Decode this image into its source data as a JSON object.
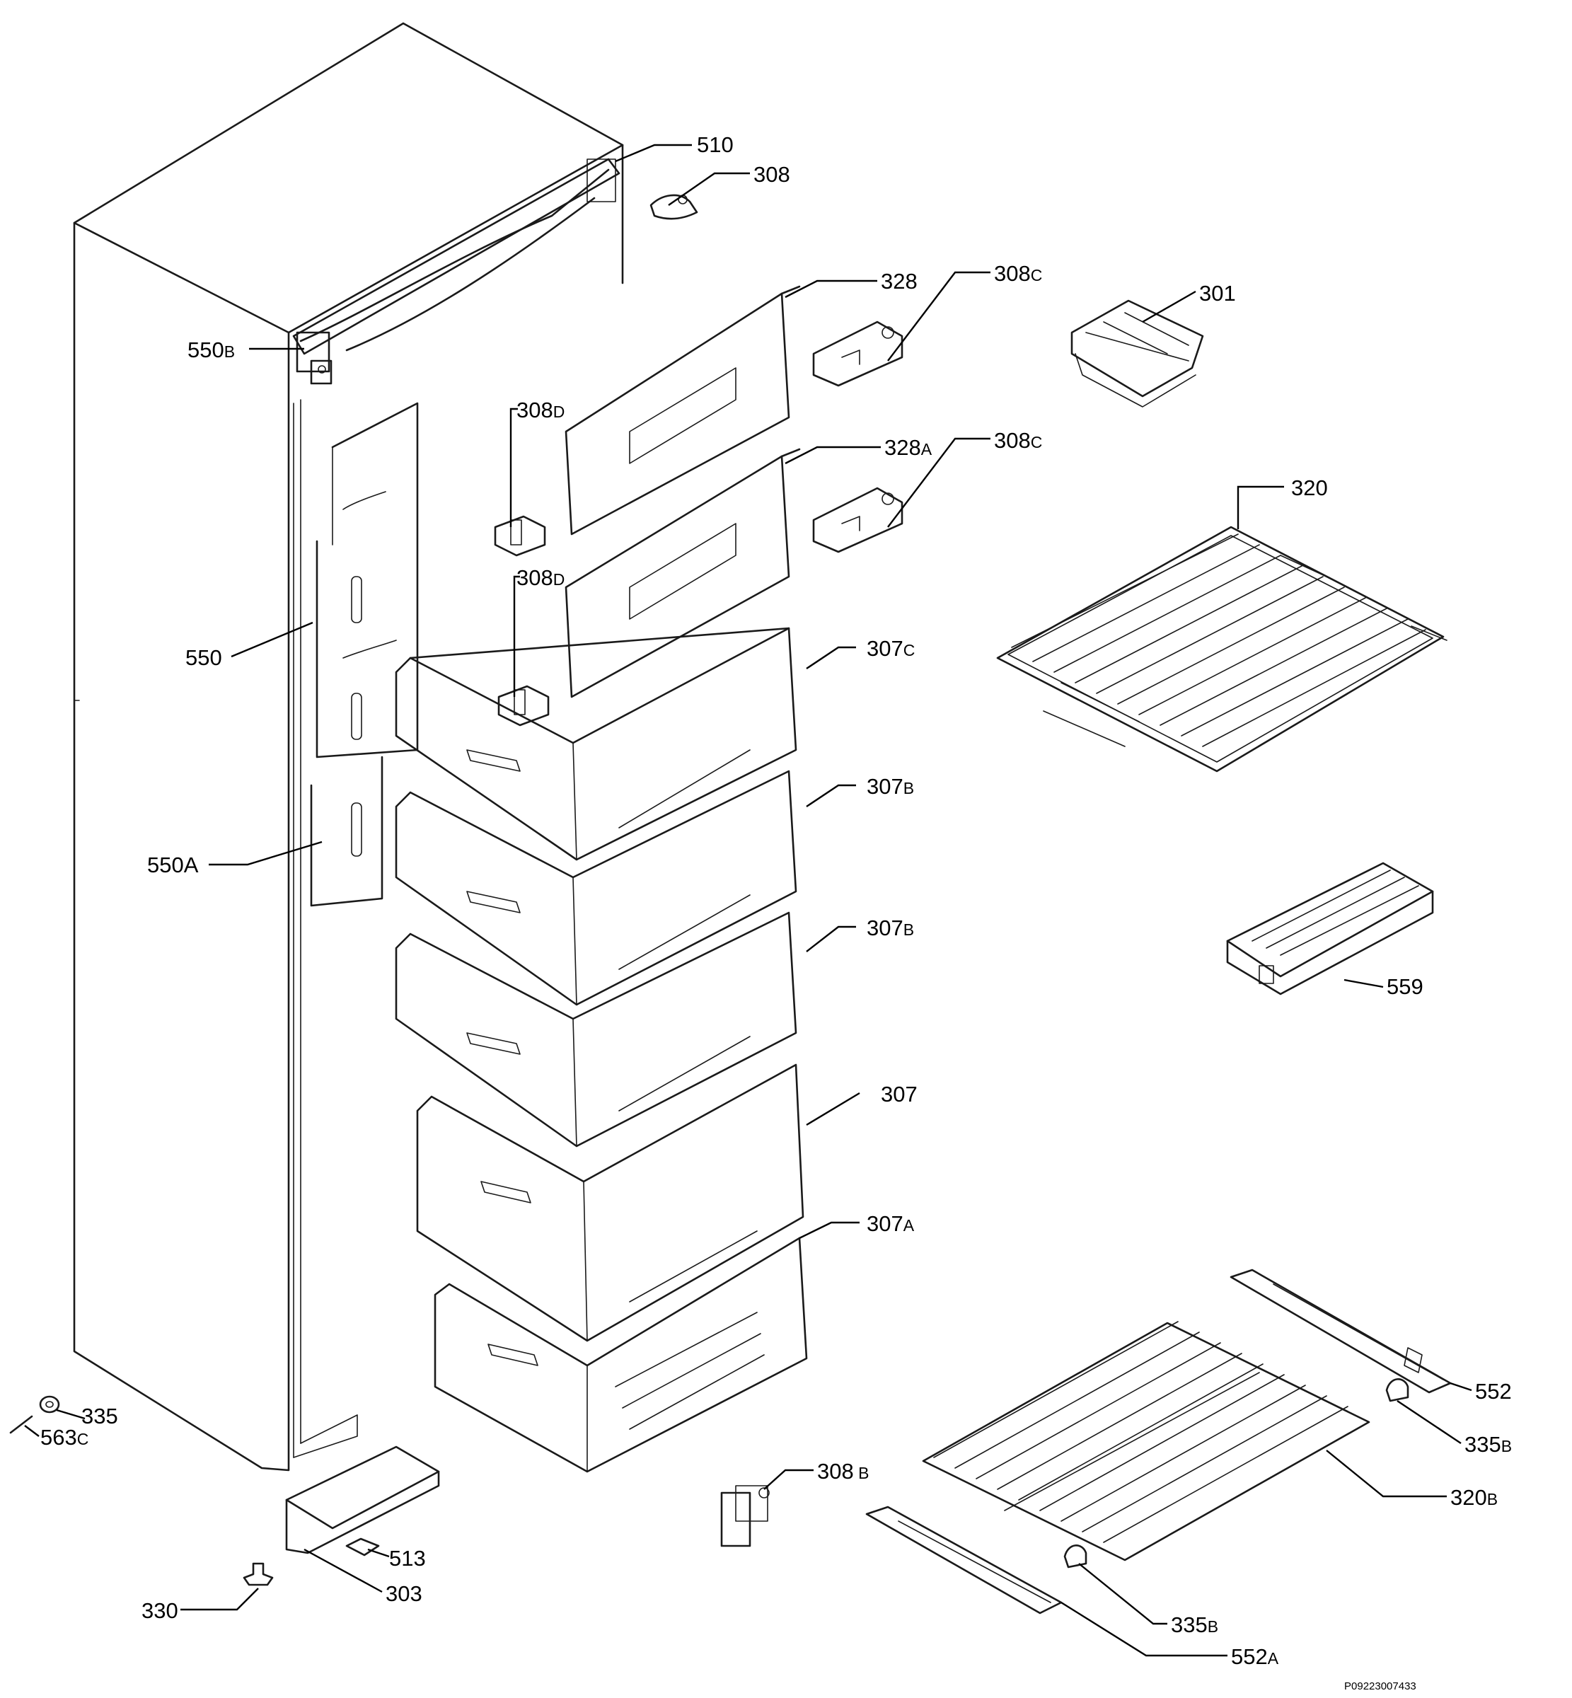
{
  "labels": [
    {
      "id": "510",
      "num": "510",
      "suffix": ""
    },
    {
      "id": "308",
      "num": "308",
      "suffix": ""
    },
    {
      "id": "328",
      "num": "328",
      "suffix": ""
    },
    {
      "id": "308c-top",
      "num": "308",
      "suffix": "C"
    },
    {
      "id": "301",
      "num": "301",
      "suffix": ""
    },
    {
      "id": "550b",
      "num": "550",
      "suffix": "B"
    },
    {
      "id": "308d-top",
      "num": "308",
      "suffix": "D"
    },
    {
      "id": "328a",
      "num": "328",
      "suffix": "A"
    },
    {
      "id": "308c-mid",
      "num": "308",
      "suffix": "C"
    },
    {
      "id": "320",
      "num": "320",
      "suffix": ""
    },
    {
      "id": "308d-mid",
      "num": "308",
      "suffix": "D"
    },
    {
      "id": "550",
      "num": "550",
      "suffix": ""
    },
    {
      "id": "307c",
      "num": "307",
      "suffix": "C"
    },
    {
      "id": "550a",
      "num": "550A",
      "suffix": ""
    },
    {
      "id": "307b-top",
      "num": "307",
      "suffix": "B"
    },
    {
      "id": "307b-mid",
      "num": "307",
      "suffix": "B"
    },
    {
      "id": "559",
      "num": "559",
      "suffix": ""
    },
    {
      "id": "307",
      "num": "307",
      "suffix": ""
    },
    {
      "id": "307a",
      "num": "307",
      "suffix": "A"
    },
    {
      "id": "552",
      "num": "552",
      "suffix": ""
    },
    {
      "id": "335",
      "num": "335",
      "suffix": ""
    },
    {
      "id": "563c",
      "num": "563",
      "suffix": "C"
    },
    {
      "id": "335b-right",
      "num": "335",
      "suffix": "B"
    },
    {
      "id": "308b",
      "num": "308",
      "suffix": " B"
    },
    {
      "id": "320b",
      "num": "320",
      "suffix": "B"
    },
    {
      "id": "513",
      "num": "513",
      "suffix": ""
    },
    {
      "id": "303",
      "num": "303",
      "suffix": ""
    },
    {
      "id": "330",
      "num": "330",
      "suffix": ""
    },
    {
      "id": "335b-bottom",
      "num": "335",
      "suffix": "B"
    },
    {
      "id": "552a",
      "num": "552",
      "suffix": "A"
    }
  ],
  "drawing_ref": "P09223007433"
}
